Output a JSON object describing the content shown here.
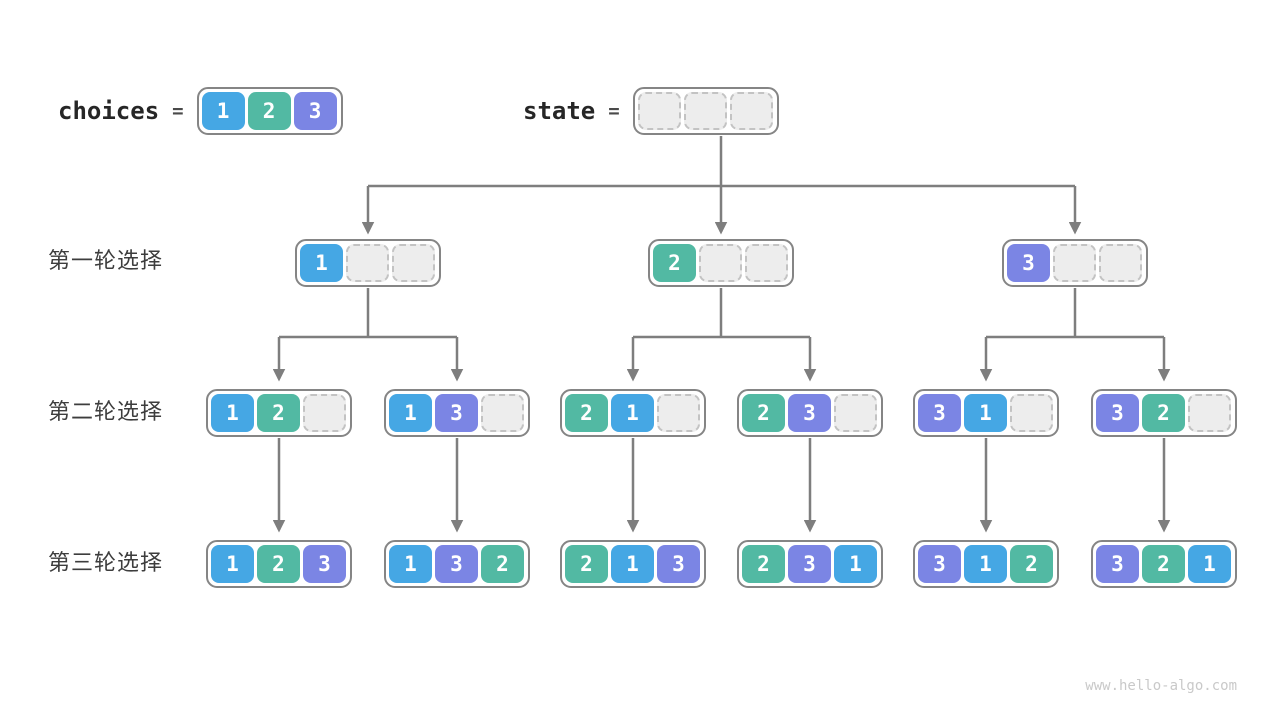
{
  "colors": {
    "1": "#45a7e4",
    "2": "#52b9a3",
    "3": "#7b85e4",
    "empty_fill": "#ededed",
    "box_border": "#858585",
    "arrow": "#7e7e7e"
  },
  "header": {
    "choices_label": "choices",
    "equals": "=",
    "choices": [
      "1",
      "2",
      "3"
    ],
    "state_label": "state",
    "state": [
      "",
      "",
      ""
    ]
  },
  "row_labels": [
    "第一轮选择",
    "第二轮选择",
    "第三轮选择"
  ],
  "tree": {
    "level1": [
      [
        "1",
        "",
        ""
      ],
      [
        "2",
        "",
        ""
      ],
      [
        "3",
        "",
        ""
      ]
    ],
    "level2": [
      [
        "1",
        "2",
        ""
      ],
      [
        "1",
        "3",
        ""
      ],
      [
        "2",
        "1",
        ""
      ],
      [
        "2",
        "3",
        ""
      ],
      [
        "3",
        "1",
        ""
      ],
      [
        "3",
        "2",
        ""
      ]
    ],
    "level3": [
      [
        "1",
        "2",
        "3"
      ],
      [
        "1",
        "3",
        "2"
      ],
      [
        "2",
        "1",
        "3"
      ],
      [
        "2",
        "3",
        "1"
      ],
      [
        "3",
        "1",
        "2"
      ],
      [
        "3",
        "2",
        "1"
      ]
    ]
  },
  "watermark": "www.hello-algo.com"
}
